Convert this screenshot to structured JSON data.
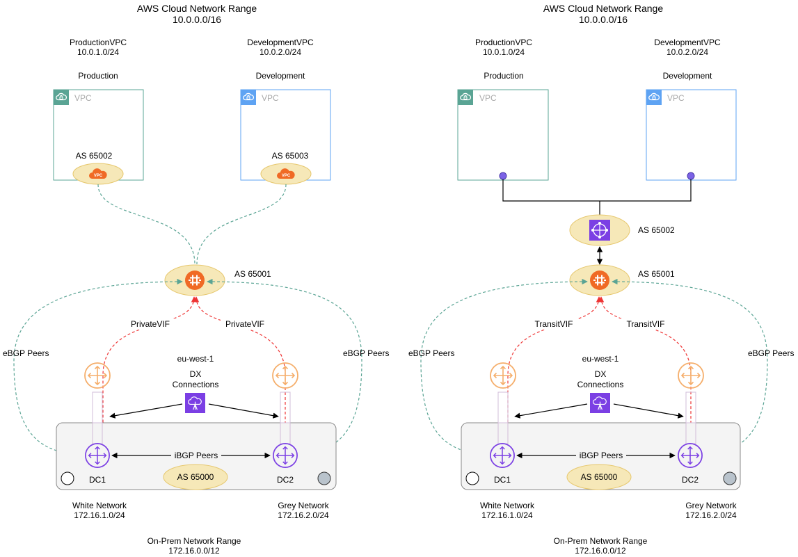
{
  "colors": {
    "production_vpc": "#5aa494",
    "development_vpc": "#5ea3f3",
    "router_fill": "#f6e8b8",
    "router_stroke": "#e6c76d",
    "aws_orange": "#f06a25",
    "purple": "#7b3fe4",
    "onprem_fill": "#f4f4f4",
    "vgw_peer_link": "#5aa494",
    "vif_link": "#ee3333",
    "grey_dc": "#b9c3cc"
  },
  "icons": {
    "vpc_badge": "cloud-lock-icon",
    "vpc_gateway": "vpc-cloud-icon",
    "direct_connect_gateway": "direct-connect-gateway-icon",
    "transit_gateway": "transit-gateway-icon",
    "dx_location": "dx-location-icon",
    "customer_router": "router-icon",
    "on_prem_router": "router-icon",
    "white_dc": "white-circle-icon",
    "grey_dc": "grey-circle-icon"
  },
  "left": {
    "cloud_title": "AWS Cloud Network Range",
    "cloud_cidr": "10.0.0.0/16",
    "prod_vpc_name": "ProductionVPC",
    "prod_vpc_cidr": "10.0.1.0/24",
    "dev_vpc_name": "DevelopmentVPC",
    "dev_vpc_cidr": "10.0.2.0/24",
    "prod_label": "Production",
    "dev_label": "Development",
    "vpc_badge_label": "VPC",
    "prod_asn": "AS 65002",
    "dev_asn": "AS 65003",
    "vgw_icon_text": "VPC",
    "dxgw_asn": "AS 65001",
    "vif_left": "PrivateVIF",
    "vif_right": "PrivateVIF",
    "ebgp_left": "eBGP Peers",
    "ebgp_right": "eBGP Peers",
    "region": "eu-west-1",
    "dx_line1": "DX",
    "dx_line2": "Connections",
    "ibgp": "iBGP Peers",
    "onprem_asn": "AS 65000",
    "dc1": "DC1",
    "dc2": "DC2",
    "white_net": "White Network",
    "white_cidr": "172.16.1.0/24",
    "grey_net": "Grey Network",
    "grey_cidr": "172.16.2.0/24",
    "onprem_title": "On-Prem Network Range",
    "onprem_cidr": "172.16.0.0/12"
  },
  "right": {
    "cloud_title": "AWS Cloud Network Range",
    "cloud_cidr": "10.0.0.0/16",
    "prod_vpc_name": "ProductionVPC",
    "prod_vpc_cidr": "10.0.1.0/24",
    "dev_vpc_name": "DevelopmentVPC",
    "dev_vpc_cidr": "10.0.2.0/24",
    "prod_label": "Production",
    "dev_label": "Development",
    "vpc_badge_label": "VPC",
    "tgw_asn": "AS 65002",
    "dxgw_asn": "AS 65001",
    "vif_left": "TransitVIF",
    "vif_right": "TransitVIF",
    "ebgp_left": "eBGP Peers",
    "ebgp_right": "eBGP Peers",
    "region": "eu-west-1",
    "dx_line1": "DX",
    "dx_line2": "Connections",
    "ibgp": "iBGP Peers",
    "onprem_asn": "AS 65000",
    "dc1": "DC1",
    "dc2": "DC2",
    "white_net": "White Network",
    "white_cidr": "172.16.1.0/24",
    "grey_net": "Grey Network",
    "grey_cidr": "172.16.2.0/24",
    "onprem_title": "On-Prem Network Range",
    "onprem_cidr": "172.16.0.0/12"
  }
}
